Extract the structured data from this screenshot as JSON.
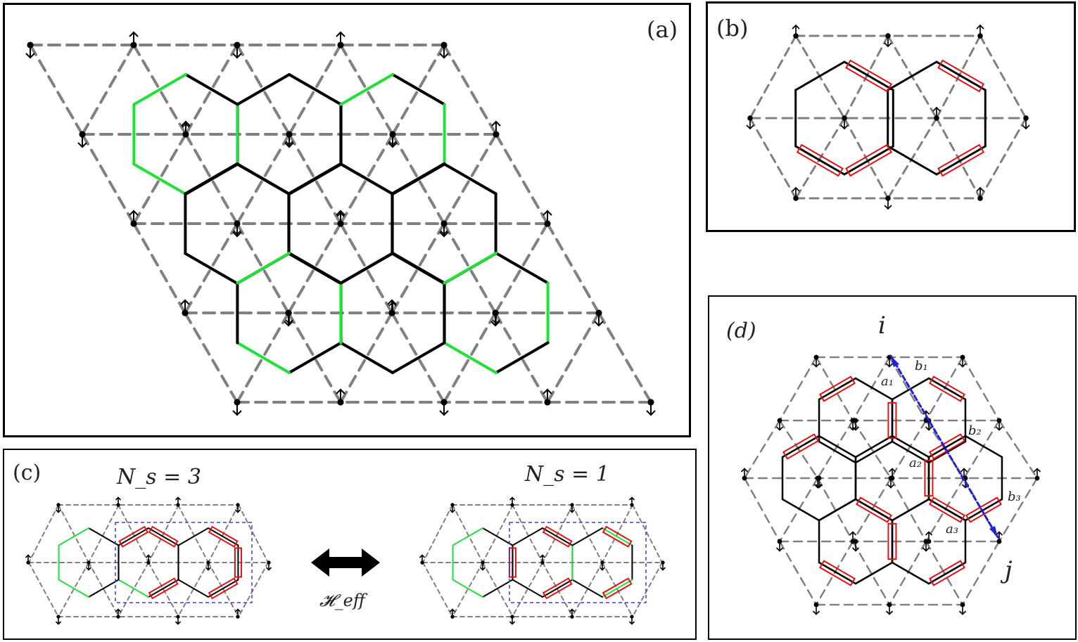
{
  "panels": {
    "a": {
      "label": "(a)"
    },
    "b": {
      "label": "(b)"
    },
    "c": {
      "label": "(c)",
      "left_title": "N_s = 3",
      "right_title": "N_s = 1",
      "operator": "𝓗_eff"
    },
    "d": {
      "label": "(d)",
      "site_i": "i",
      "site_j": "j",
      "bond_labels": {
        "a1": "a₁",
        "a2": "a₂",
        "a3": "a₃",
        "b1": "b₁",
        "b2": "b₂",
        "b3": "b₃"
      }
    }
  },
  "colors": {
    "lattice_edge": "#000000",
    "flipped_edge": "#22e03a",
    "dimer": "#e01010",
    "dashed_lattice": "#808080",
    "path": "#2020d8",
    "box": "#3a3ad8"
  },
  "spin_symbols": {
    "up": "↑",
    "down": "↓"
  }
}
